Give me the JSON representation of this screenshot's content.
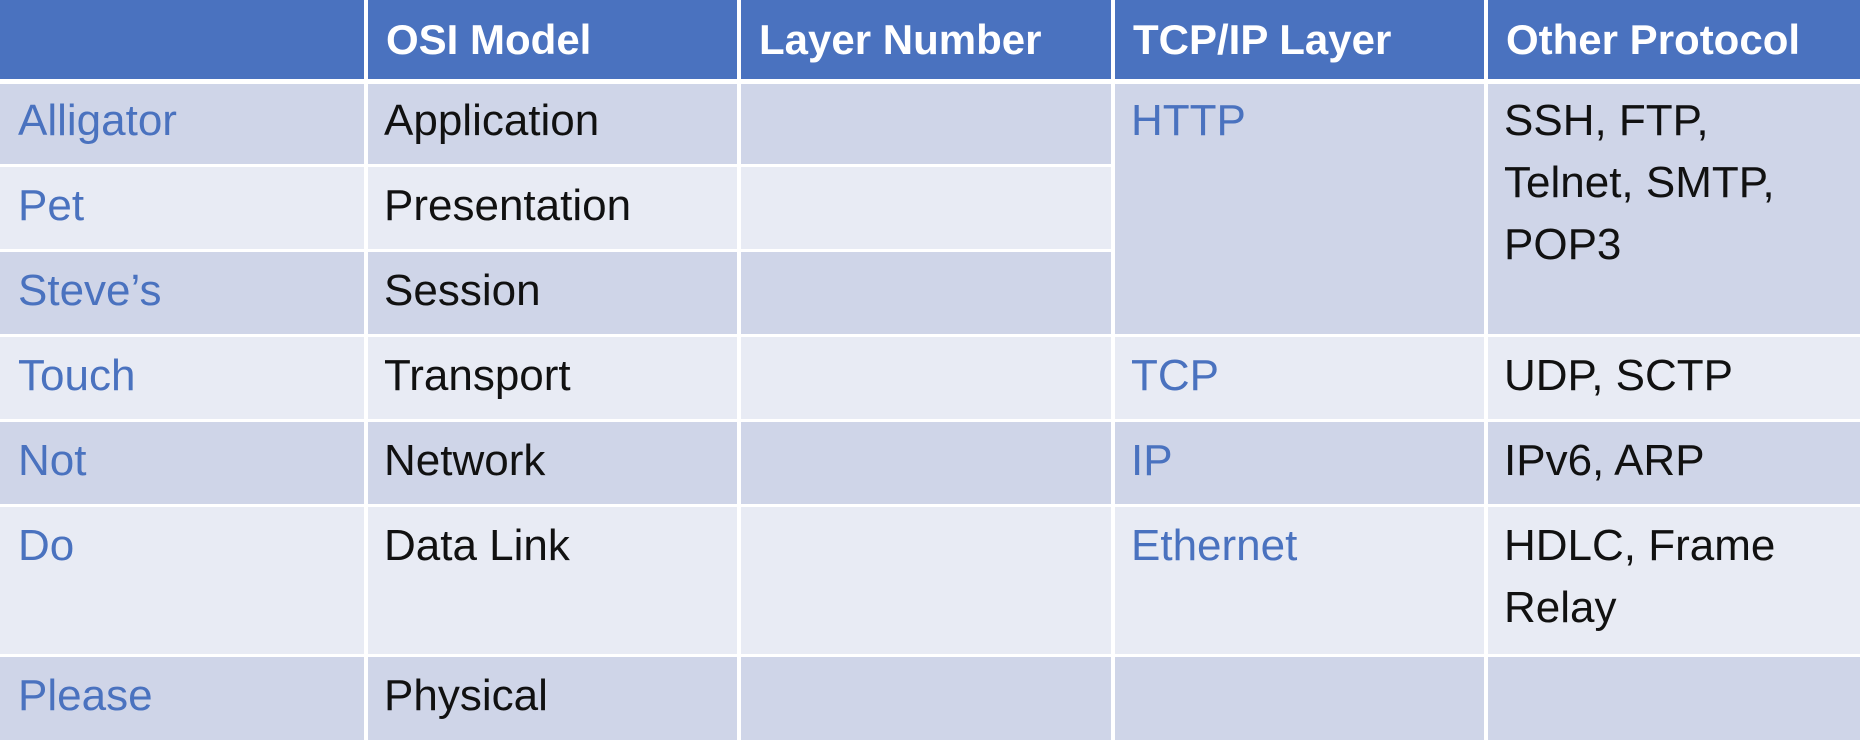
{
  "headers": [
    "",
    "OSI Model",
    "Layer Number",
    "TCP/IP Layer",
    "Other Protocol"
  ],
  "rows": [
    {
      "mnemonic": "Alligator",
      "osi": "Application",
      "layer_number": ""
    },
    {
      "mnemonic": "Pet",
      "osi": "Presentation",
      "layer_number": ""
    },
    {
      "mnemonic": "Steve’s",
      "osi": "Session",
      "layer_number": ""
    },
    {
      "mnemonic": "Touch",
      "osi": "Transport",
      "layer_number": ""
    },
    {
      "mnemonic": "Not",
      "osi": "Network",
      "layer_number": ""
    },
    {
      "mnemonic": "Do",
      "osi": "Data Link",
      "layer_number": ""
    },
    {
      "mnemonic": "Please",
      "osi": "Physical",
      "layer_number": ""
    }
  ],
  "tcpip": [
    {
      "layer": "HTTP",
      "protocols": [
        "SSH, FTP,",
        "Telnet, SMTP,",
        "POP3"
      ]
    },
    {
      "layer": "TCP",
      "protocols": [
        "UDP, SCTP"
      ]
    },
    {
      "layer": "IP",
      "protocols": [
        "IPv6, ARP"
      ]
    },
    {
      "layer": "Ethernet",
      "protocols": [
        "HDLC, Frame",
        "Relay"
      ]
    },
    {
      "layer": "",
      "protocols": [
        ""
      ]
    }
  ],
  "colors": {
    "header": "#4a72bf",
    "row_dark": "#cfd5e8",
    "row_light": "#e8ebf4",
    "mnemonic_text": "#4a72bf"
  }
}
